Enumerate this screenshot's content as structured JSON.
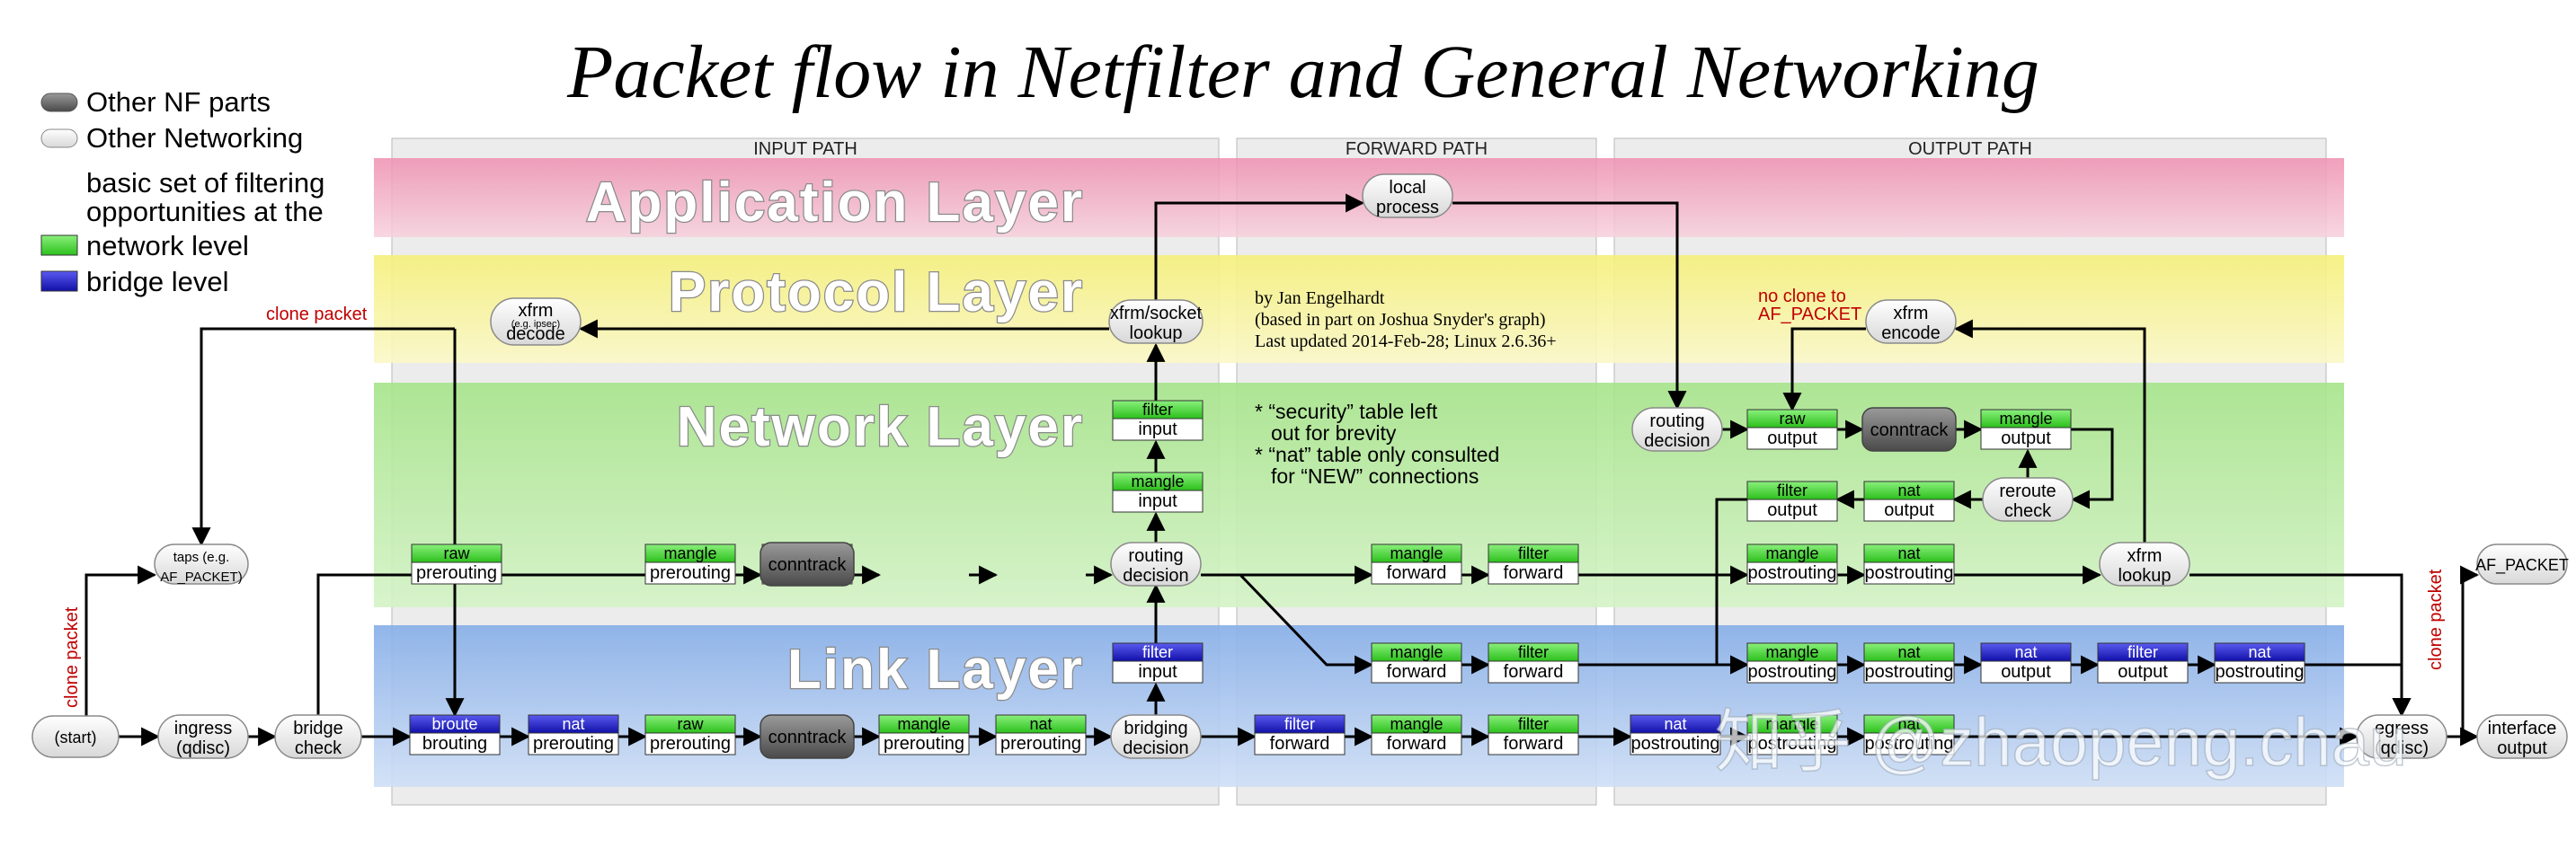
{
  "title": "Packet flow in Netfilter and General Networking",
  "legend": {
    "other_nf_parts": "Other NF parts",
    "other_networking": "Other Networking",
    "basic_set_line1": "basic set of filtering",
    "basic_set_line2": "opportunities at the",
    "network_level": "network level",
    "bridge_level": "bridge level"
  },
  "paths": {
    "input": "INPUT PATH",
    "forward": "FORWARD PATH",
    "output": "OUTPUT PATH"
  },
  "layers": {
    "application": "Application Layer",
    "protocol": "Protocol Layer",
    "network": "Network Layer",
    "link": "Link Layer"
  },
  "credits": {
    "line1": "by Jan Engelhardt",
    "line2": "(based in part on Joshua Snyder's graph)",
    "line3": "Last updated 2014-Feb-28; Linux 2.6.36+"
  },
  "notes": {
    "security_1": "* “security” table left",
    "security_2": "out for brevity",
    "nat_1": "* “nat” table only consulted",
    "nat_2": "for “NEW” connections"
  },
  "red_labels": {
    "clone_packet_top": "clone packet",
    "clone_packet_left": "clone packet",
    "clone_packet_right": "clone packet",
    "no_clone_1": "no clone to",
    "no_clone_2": "AF_PACKET"
  },
  "nodes": {
    "start": "(start)",
    "ingress_1": "ingress",
    "ingress_2": "(qdisc)",
    "bridge_check_1": "bridge",
    "bridge_check_2": "check",
    "taps_1": "taps (e.g.",
    "taps_2": "AF_PACKET)",
    "xfrm_decode_1": "xfrm",
    "xfrm_decode_small": "(e.g. ipsec)",
    "xfrm_decode_2": "decode",
    "xfrm_socket_1": "xfrm/socket",
    "xfrm_socket_2": "lookup",
    "local_process_1": "local",
    "local_process_2": "process",
    "routing_decision_in_1": "routing",
    "routing_decision_in_2": "decision",
    "bridging_decision_1": "bridging",
    "bridging_decision_2": "decision",
    "routing_decision_out_1": "routing",
    "routing_decision_out_2": "decision",
    "reroute_1": "reroute",
    "reroute_2": "check",
    "xfrm_encode_1": "xfrm",
    "xfrm_encode_2": "encode",
    "xfrm_lookup_1": "xfrm",
    "xfrm_lookup_2": "lookup",
    "af_packet": "AF_PACKET",
    "egress_1": "egress",
    "egress_2": "(qdisc)",
    "interface_1": "interface",
    "interface_2": "output",
    "conntrack": "conntrack"
  },
  "boxes": {
    "raw": "raw",
    "nat": "nat",
    "mangle": "mangle",
    "filter": "filter",
    "broute": "broute",
    "prerouting": "prerouting",
    "postrouting": "postrouting",
    "input": "input",
    "output": "output",
    "forward": "forward",
    "brouting": "brouting"
  },
  "watermark": "知乎 @zhaopeng.chau",
  "colors": {
    "application_layer": "#f3a8bf",
    "protocol_layer": "#f8f49a",
    "network_layer": "#b4e99d",
    "link_layer": "#a6c4f0",
    "network_level_box": "#44dd33",
    "bridge_level_box": "#2a2acc",
    "nf_part": "#707070"
  }
}
